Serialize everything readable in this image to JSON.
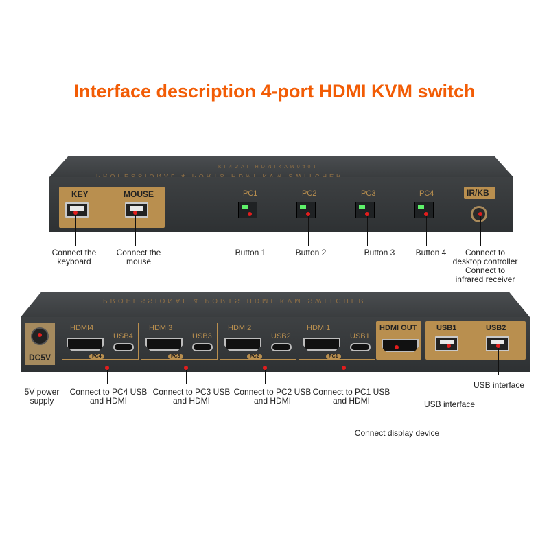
{
  "title": "Interface description 4-port HDMI KVM switch",
  "front": {
    "header_text": "PROFESSIONAL 4 PORTS HDMI KVM SWITCHER",
    "brand_text": "KINGVI HDMIKVM0401",
    "key_label": "KEY",
    "mouse_label": "MOUSE",
    "buttons": [
      "PC1",
      "PC2",
      "PC3",
      "PC4"
    ],
    "irkb_label": "IR/KB",
    "captions": {
      "keyboard": "Connect the keyboard",
      "mouse": "Connect the mouse",
      "button1": "Button 1",
      "button2": "Button 2",
      "button3": "Button 3",
      "button4": "Button 4",
      "irkb": "Connect to desktop controller Connect to infrared receiver"
    }
  },
  "back": {
    "header_text": "PROFESSIONAL 4 PORTS HDMI KVM SWITCHER",
    "dc_label": "DC5V",
    "groups": [
      {
        "hdmi": "HDMI4",
        "usb": "USB4",
        "tag": "PC4"
      },
      {
        "hdmi": "HDMI3",
        "usb": "USB3",
        "tag": "PC3"
      },
      {
        "hdmi": "HDMI2",
        "usb": "USB2",
        "tag": "PC2"
      },
      {
        "hdmi": "HDMI1",
        "usb": "USB1",
        "tag": "PC1"
      }
    ],
    "hdmi_out_label": "HDMI OUT",
    "usb1_label": "USB1",
    "usb2_label": "USB2",
    "captions": {
      "power": "5V power supply",
      "pc4": "Connect to PC4 USB and HDMI",
      "pc3": "Connect to PC3 USB and HDMI",
      "pc2": "Connect to PC2 USB and HDMI",
      "pc1": "Connect to PC1 USB and HDMI",
      "display": "Connect display device",
      "usb1": "USB interface",
      "usb2": "USB interface"
    }
  }
}
